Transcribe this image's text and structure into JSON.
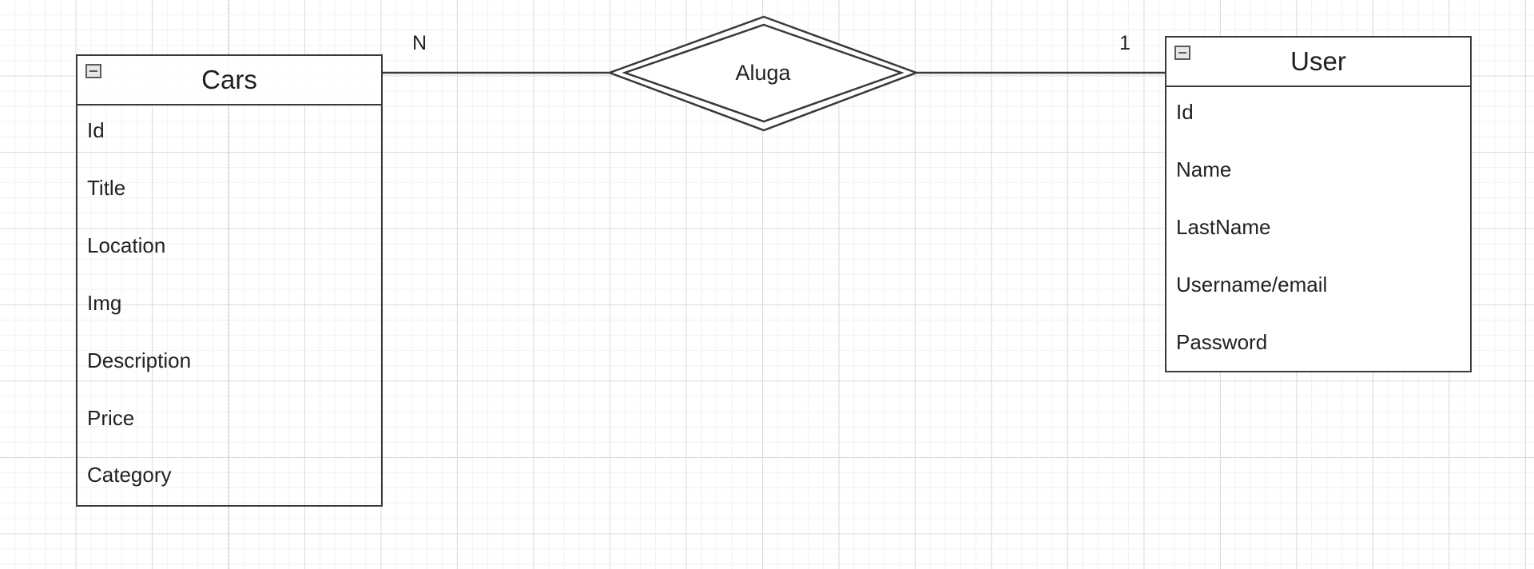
{
  "diagram": {
    "entities": [
      {
        "name": "Cars",
        "attributes": [
          "Id",
          "Title",
          "Location",
          "Img",
          "Description",
          "Price",
          "Category"
        ]
      },
      {
        "name": "User",
        "attributes": [
          "Id",
          "Name",
          "LastName",
          "Username/email",
          "Password"
        ]
      }
    ],
    "relationship": {
      "label": "Aluga",
      "left_cardinality": "N",
      "right_cardinality": "1"
    }
  },
  "colors": {
    "stroke": "#3a3a3a",
    "grid_major": "#dcdcdc",
    "grid_minor": "#f2f2f2",
    "background": "#ffffff"
  }
}
